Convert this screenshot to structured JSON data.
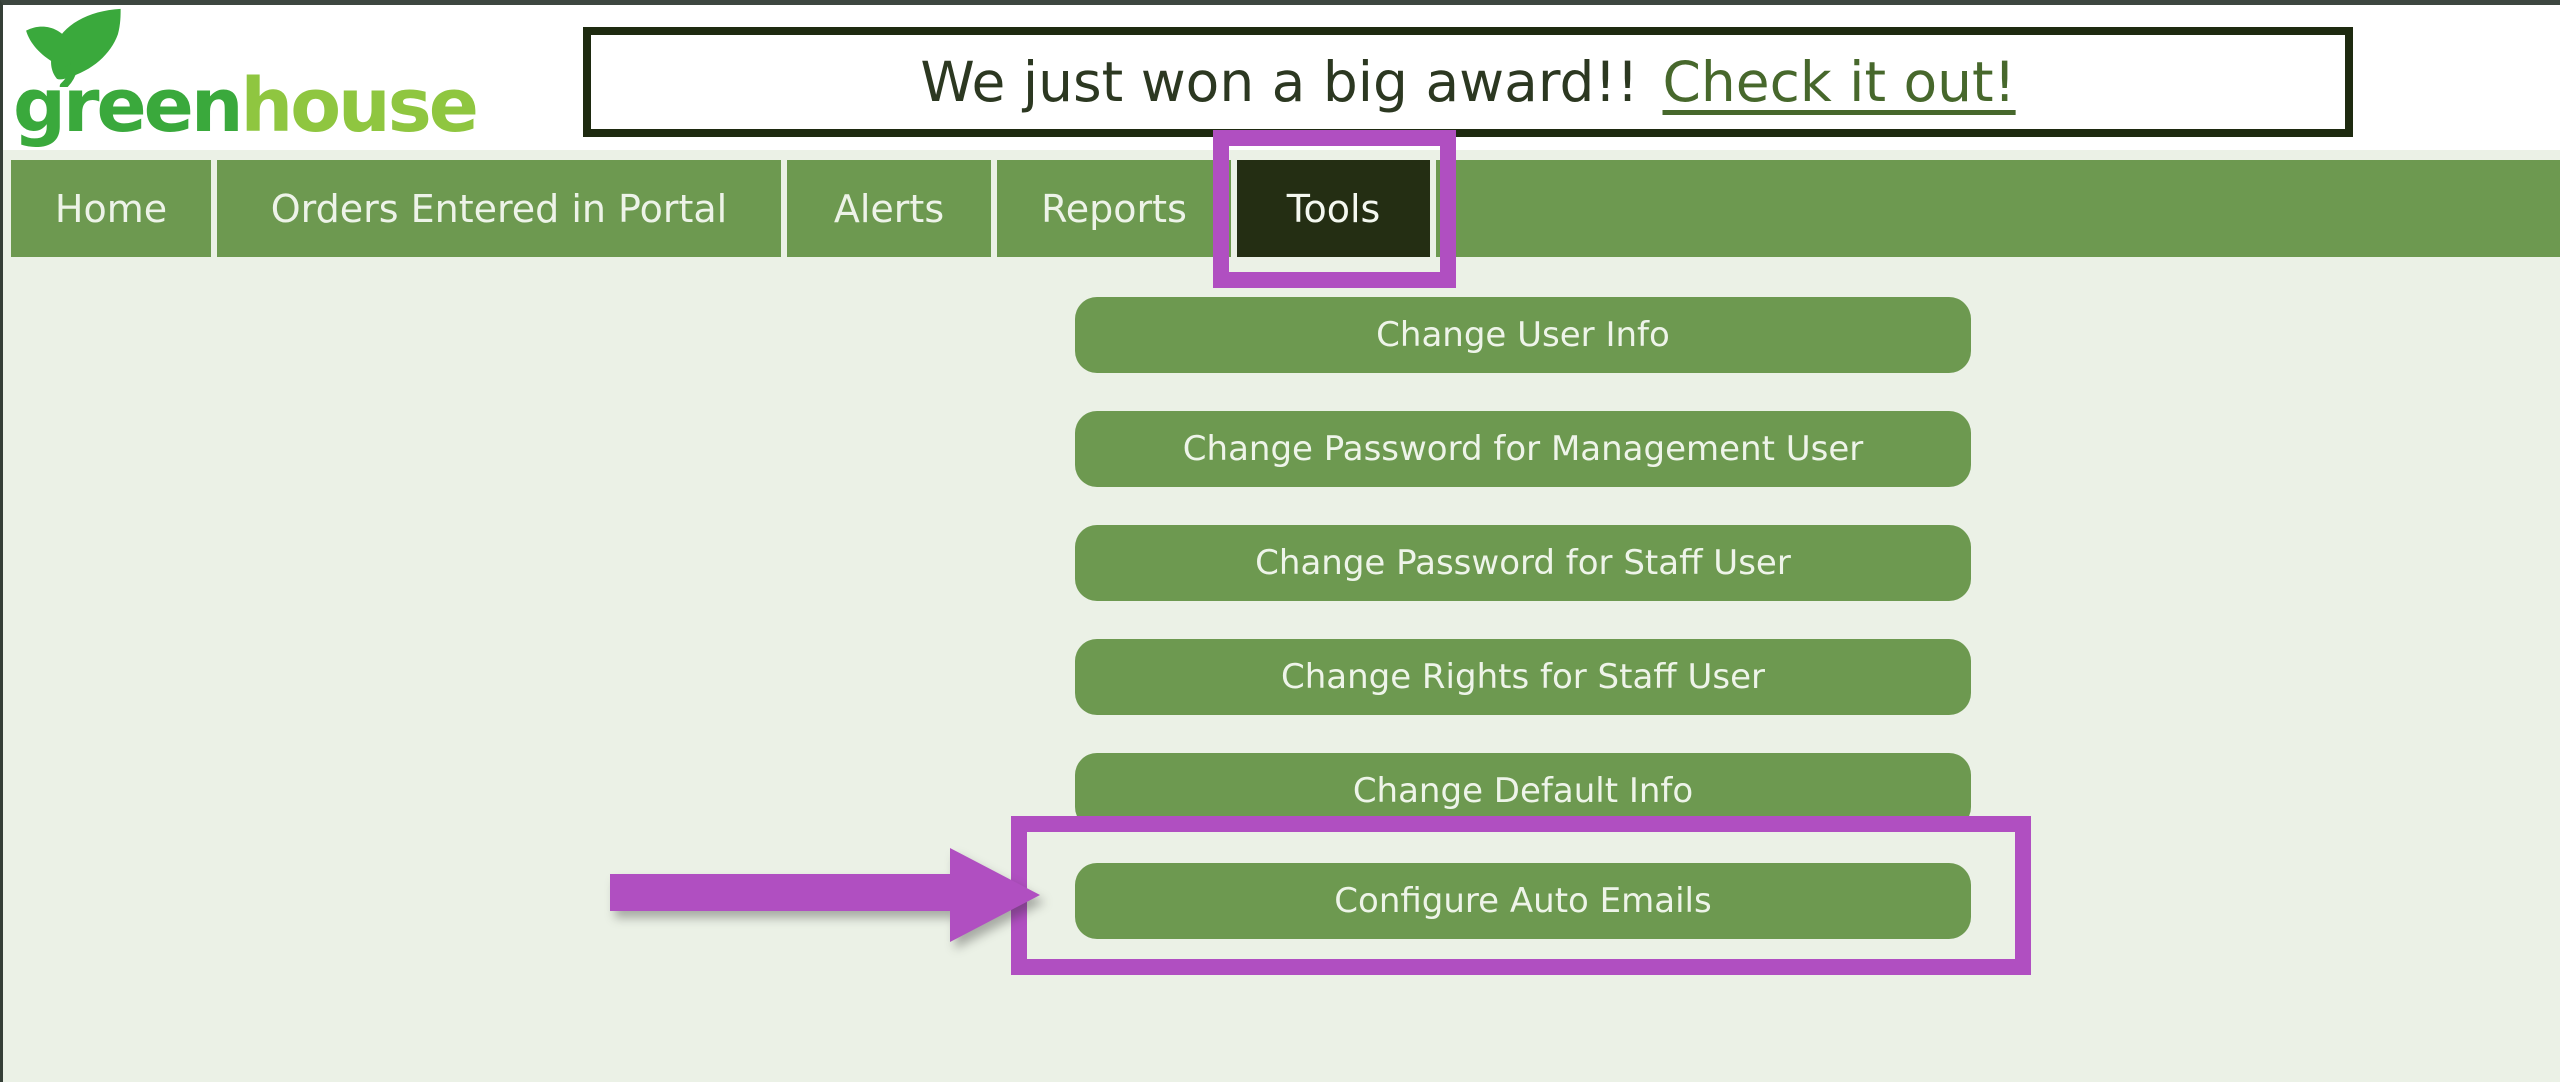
{
  "logo": {
    "part1": "green",
    "part2": "house",
    "part1_color": "#3aa93c",
    "part2_color": "#8fc640",
    "icon": "sprout-leaves-icon"
  },
  "banner": {
    "message": "We just won a big award!!",
    "link_label": "Check it out!"
  },
  "nav": {
    "items": [
      {
        "label": "Home",
        "active": false
      },
      {
        "label": "Orders Entered in Portal",
        "active": false
      },
      {
        "label": "Alerts",
        "active": false
      },
      {
        "label": "Reports",
        "active": false
      },
      {
        "label": "Tools",
        "active": true
      }
    ]
  },
  "tools_menu": {
    "buttons": [
      "Change User Info",
      "Change Password for Management User",
      "Change Password for Staff User",
      "Change Rights for Staff User",
      "Change Default Info",
      "Configure Auto Emails"
    ]
  },
  "annotations": {
    "highlight_color": "#b04fc1",
    "highlighted_tab": "Tools",
    "highlighted_button": "Configure Auto Emails",
    "arrow_points_to": "Configure Auto Emails"
  },
  "colors": {
    "nav_green": "#6d9950",
    "button_green": "#6d9950",
    "dark_green": "#1e2a10",
    "active_tab_background": "#242e13",
    "page_background": "#ebf1e6",
    "banner_text": "#2c3821",
    "link_green": "#47682c"
  }
}
